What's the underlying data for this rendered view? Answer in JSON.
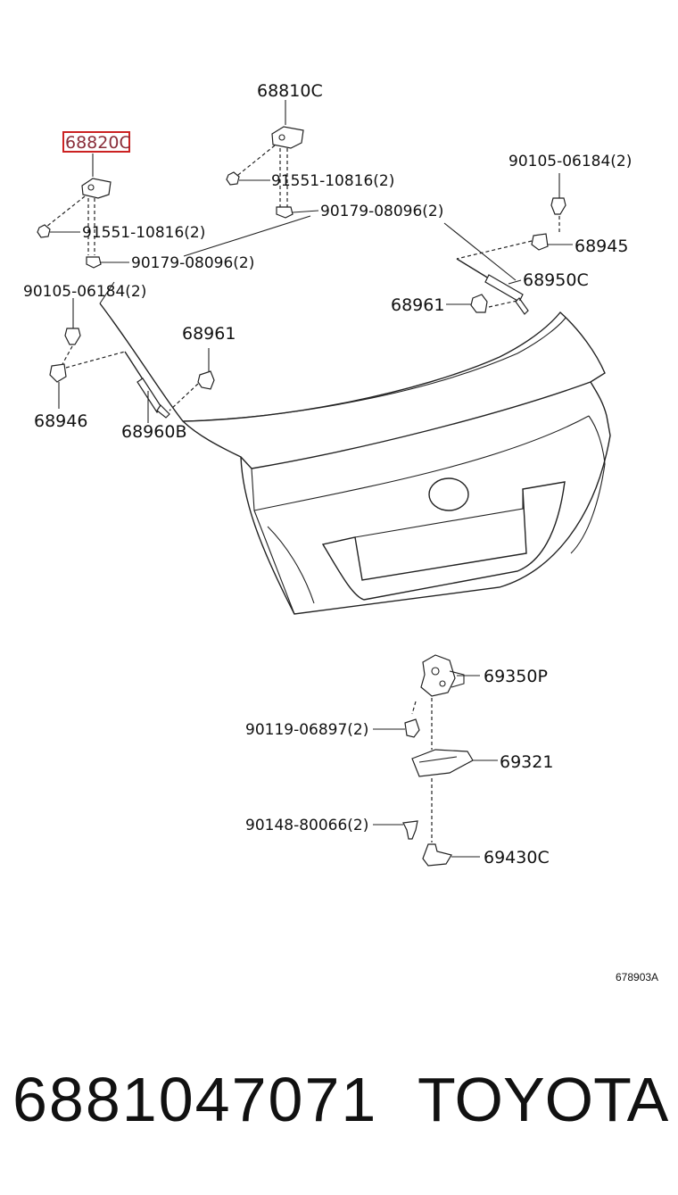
{
  "diagram": {
    "labels": {
      "l68810c": "68810C",
      "l68820c": "68820C",
      "l91551_a": "91551-10816(2)",
      "l91551_b": "91551-10816(2)",
      "l90179_a": "90179-08096(2)",
      "l90179_b": "90179-08096(2)",
      "l90105_a": "90105-06184(2)",
      "l90105_b": "90105-06184(2)",
      "l68945": "68945",
      "l68950c": "68950C",
      "l68961_a": "68961",
      "l68961_b": "68961",
      "l68946": "68946",
      "l68960b": "68960B",
      "l69350p": "69350P",
      "l90119": "90119-06897(2)",
      "l69321": "69321",
      "l90148": "90148-80066(2)",
      "l69430c": "69430C"
    },
    "ref_code": "678903A",
    "highlight_color": "#cc2222"
  },
  "footer": {
    "part_number": "6881047071",
    "brand": "TOYOTA"
  }
}
